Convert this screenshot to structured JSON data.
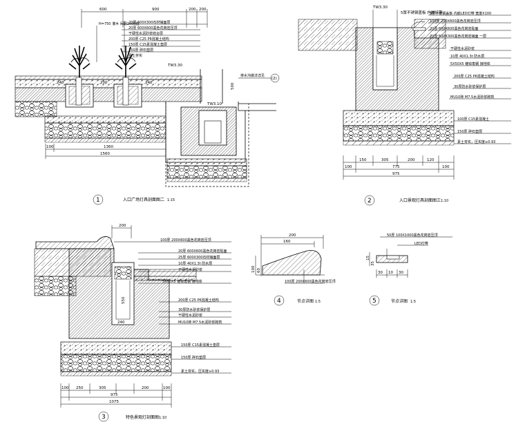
{
  "section1": {
    "top_dims": [
      "600",
      "900",
      "200",
      "200"
    ],
    "bottom_dims": [
      "100",
      "1360",
      "1560"
    ],
    "notes": [
      "H=750  灌木 间隔1m种植",
      "20厚 600X300石材铺面层",
      "20厚 600X600黑色花岗岩压顶",
      "干硬性水泥砂浆结合层",
      "200厚 C25 P6混凝土结构",
      "150厚 C15素混凝土垫层",
      "150厚 碎石垫层",
      "素土夯实"
    ],
    "side_dims": [
      "240",
      "200",
      "240",
      "500"
    ],
    "mark_labels": [
      "TW3.30",
      "TW3.10",
      "(2)",
      "排水沟做法详见"
    ],
    "caption": "入口广场灯具剖面图二",
    "scale": "1:15",
    "number": "1"
  },
  "section2": {
    "top_label": "TW3.30",
    "top_right": "5厚不锈钢盖板 内嵌灯带",
    "notes": [
      "5厚不锈钢盖板 内嵌LED灯带 宽度X100",
      "100厚 200X600黑色花岗岩压顶",
      "20厚 600X600黑色花岗岩贴面",
      "20厚 600X300黑色花岗岩铺面 一层",
      "干硬性水泥砂浆",
      "10厚 40X1.3t 防水层",
      "5X50X5 镀锌角钢 接地体",
      "200厚 C25 P6混凝土结构",
      "30厚防水砂浆保护层",
      "MU10砖 M7.5水泥砂浆砌筑",
      "100厚 C15素混凝土",
      "150厚 碎石垫层",
      "素土夯实，压实度≥0.93"
    ],
    "bottom_dims": [
      "150",
      "305",
      "200",
      "120"
    ],
    "mid_dim": "775",
    "outer_dims": [
      "100",
      "100"
    ],
    "total_dim": "975",
    "caption": "入口景观灯具剖面图三",
    "scale": "1:10",
    "number": "2"
  },
  "section3": {
    "top_dim": "200",
    "notes": [
      "100厚 200X600黑色花岗岩压顶",
      "20厚 600X600黑色花岗岩贴面",
      "25厚 600X300石材铺面层",
      "10厚 40X1.3t 防水层",
      "干硬性水泥砂浆",
      "5X50X5 镀锌角钢 接地体",
      "200厚 C25 P6混凝土结构",
      "30厚防水砂浆保护层",
      "干硬性水泥砂浆",
      "MU10砖 M7.5水泥砂浆砌筑",
      "150厚 C15素混凝土垫层",
      "150厚 碎石垫层",
      "素土夯实，压实度≥0.93"
    ],
    "side_dims": [
      "550",
      "240"
    ],
    "bottom_dims": [
      "100",
      "250",
      "305",
      "200",
      "100"
    ],
    "mid_dim": "975",
    "total_dim": "1075",
    "caption": "特色景观灯剖面图",
    "scale": "1:10",
    "number": "3"
  },
  "section4": {
    "top_dim": "200",
    "mid_dim": "160",
    "side_dims": [
      "100",
      "60"
    ],
    "note": "100厚 200X600黑色花岗岩压顶",
    "caption": "节点详图",
    "scale": "1:5",
    "number": "4"
  },
  "section5": {
    "note": "50厚 100X1000黑色花岗岩压顶",
    "led": "LED灯带",
    "dims": [
      "30",
      "10",
      "30"
    ],
    "side_dims": [
      "15",
      "35"
    ],
    "caption": "节点详图",
    "scale": "1:5",
    "number": "5"
  }
}
